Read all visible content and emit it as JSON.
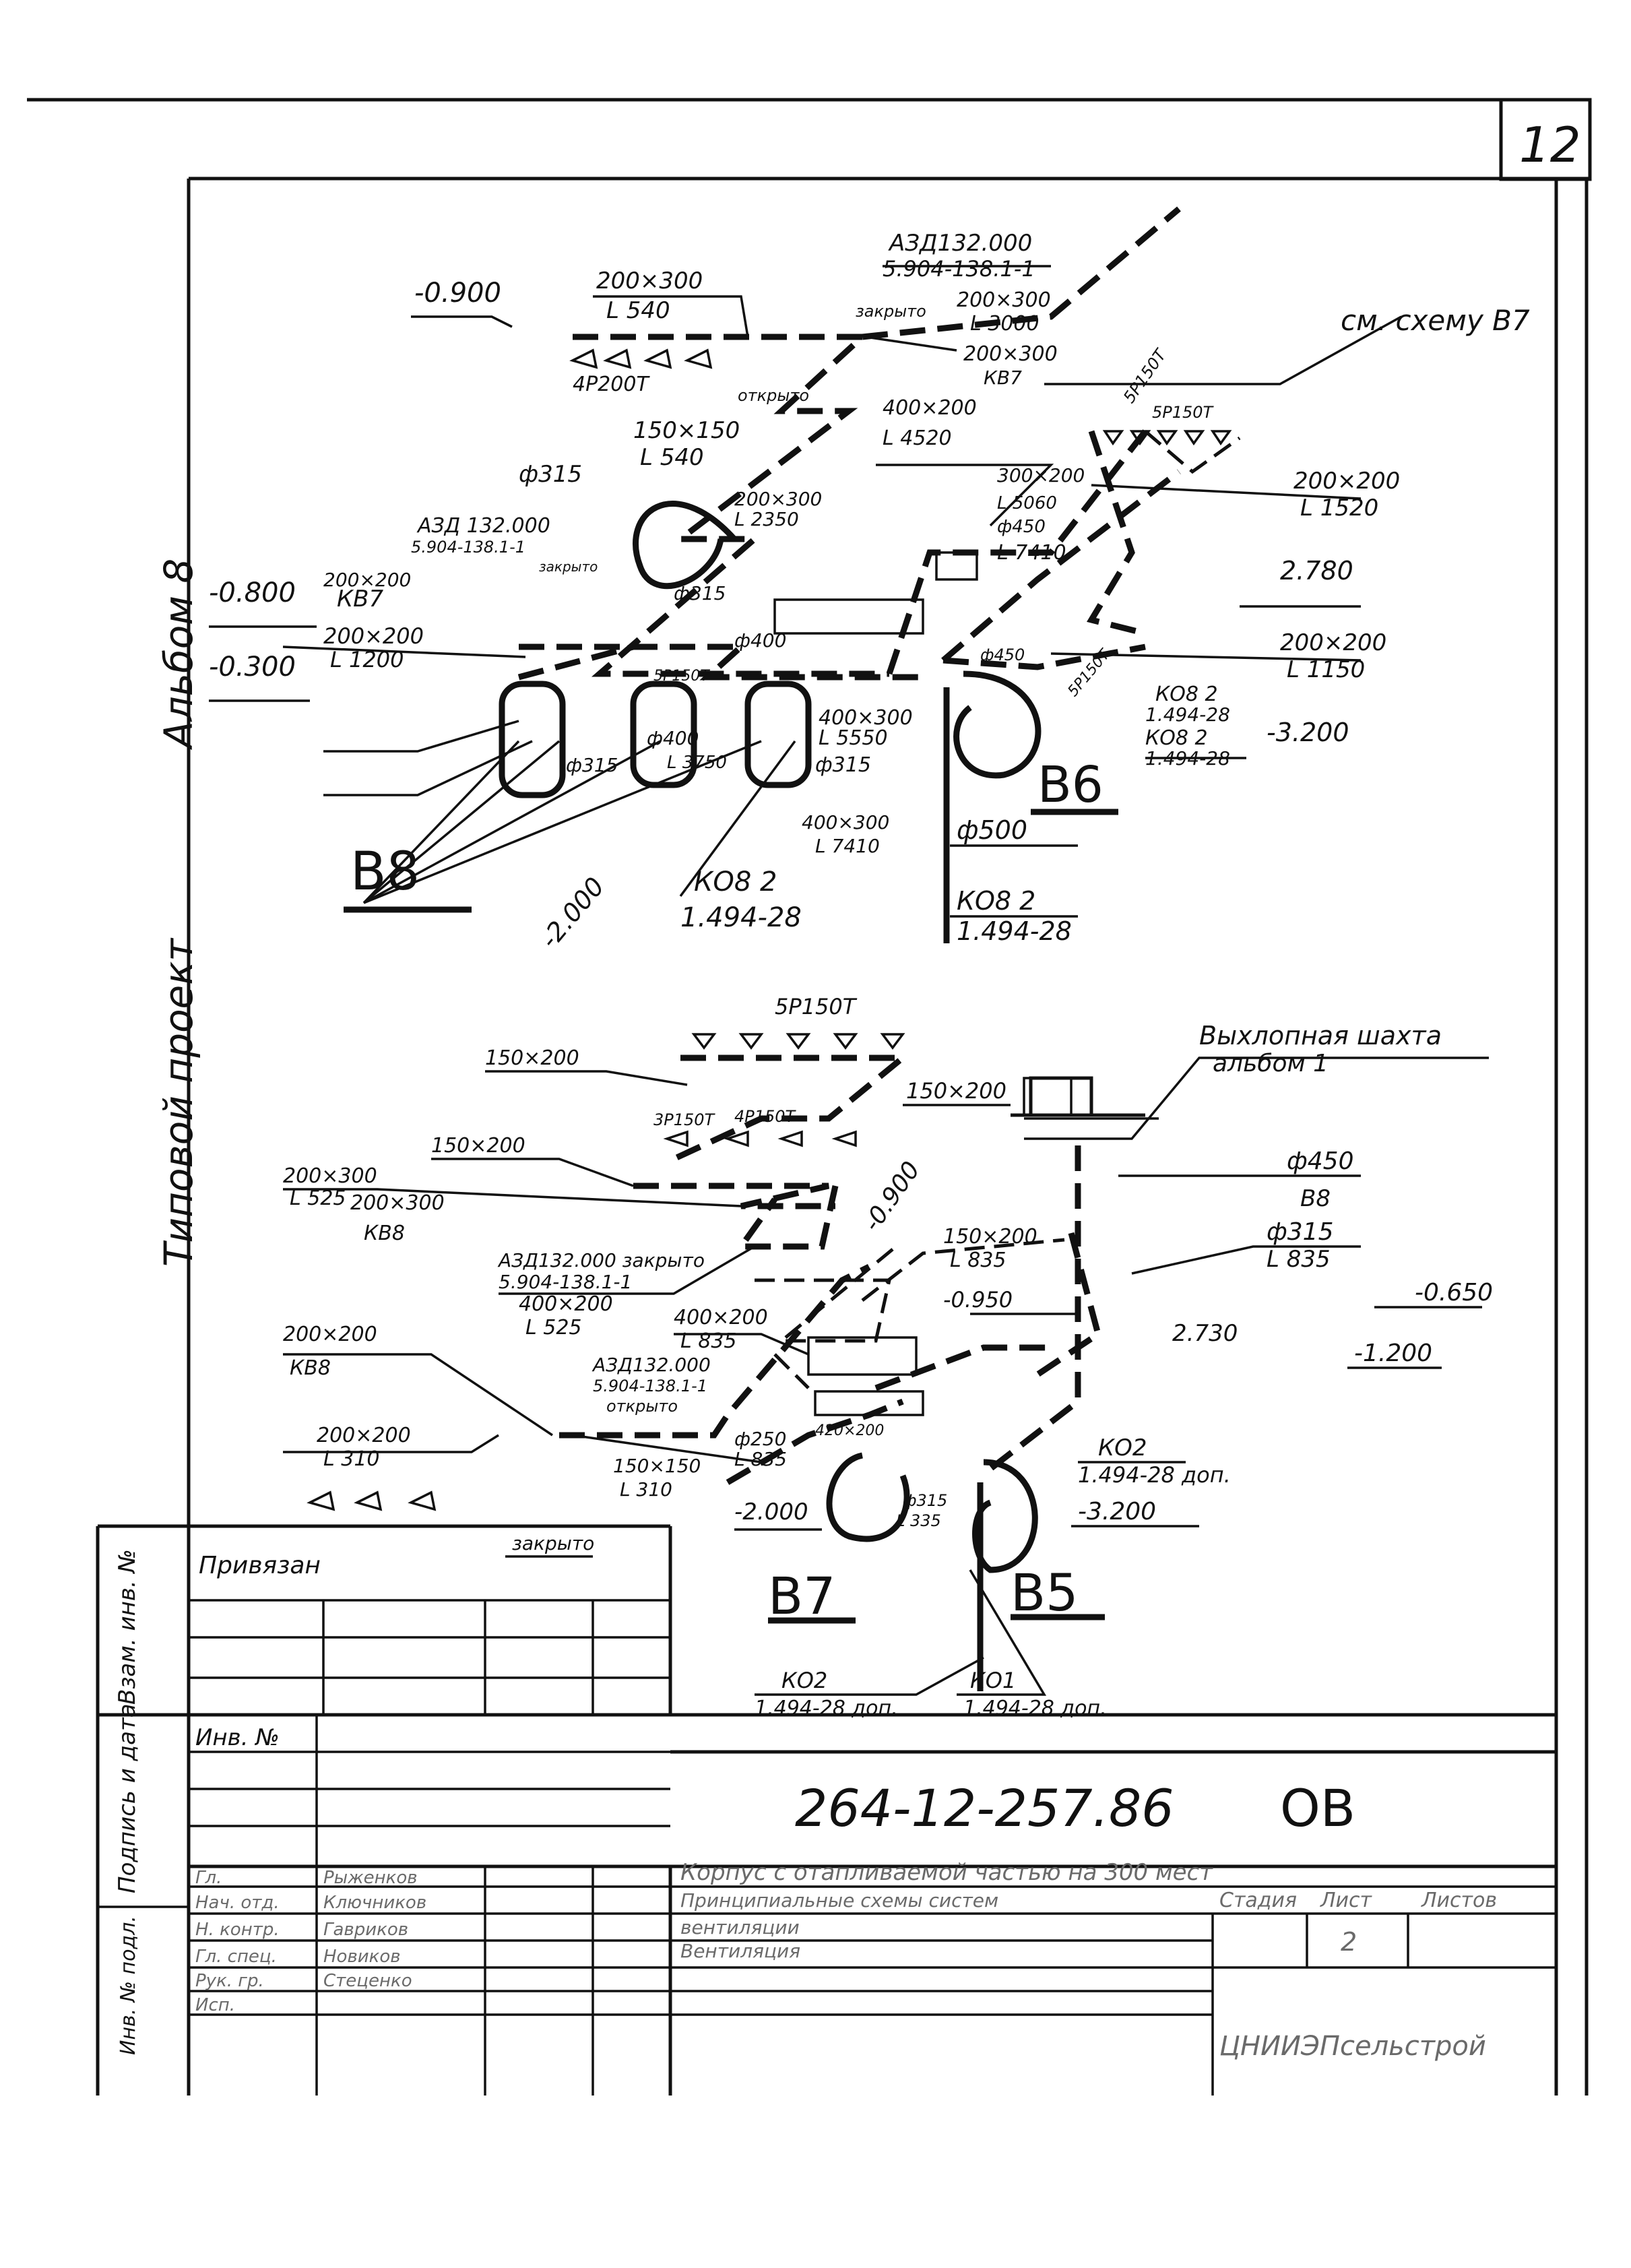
{
  "sheet": {
    "page_number": "12",
    "side_title_top": "Альбом 8",
    "side_title_bottom": "Типовой проект"
  },
  "upper_scheme": {
    "labels": [
      "-0.900",
      "200×300",
      "L 540",
      "АЗД132.000",
      "5.904-138.1-1",
      "закрыто",
      "200×300",
      "L 3000",
      "200×300",
      "КВ7",
      "открыто",
      "4Р200Т",
      "150×150",
      "L 540",
      "400×200",
      "L 4520",
      "см. схему В7",
      "5Р150Т",
      "5Р150Т",
      "ф315",
      "АЗД 132.000",
      "5.904-138.1-1",
      "закрыто",
      "200×300",
      "L 2350",
      "300×200",
      "L 5060",
      "ф450",
      "L 7410",
      "200×200",
      "L 1520",
      "2.780",
      "-0.800",
      "200×200",
      "КВ7",
      "ф315",
      "ф400",
      "200×200",
      "L 1200",
      "200×200",
      "L 1150",
      "-0.300",
      "5Р150Т",
      "5Р150Т",
      "ф450",
      "ф400",
      "ф315",
      "L 3750",
      "400×300",
      "L 5550",
      "ф315",
      "КО8 2",
      "1.494-28",
      "КО8 2",
      "1.494-28",
      "-3.200",
      "400×300",
      "L 7410",
      "ф500",
      "КО8 2",
      "1.494-28",
      "КО8 2",
      "1.494-28",
      "-2.000"
    ],
    "unit_labels": [
      "В8",
      "В6"
    ]
  },
  "lower_scheme": {
    "labels": [
      "5Р150Т",
      "150×200",
      "150×200",
      "3Р150Т",
      "4Р150Т",
      "150×200",
      "200×300",
      "L 525",
      "200×300",
      "КВ8",
      "Выхлопная шахта",
      "альбом 1",
      "ф450",
      "В8",
      "АЗД132.000 закрыто",
      "5.904-138.1-1",
      "400×200",
      "L 525",
      "-0.900",
      "150×200",
      "L 835",
      "ф315",
      "L 835",
      "-0.650",
      "-0.950",
      "400×200",
      "L 835",
      "2.730",
      "-1.200",
      "200×200",
      "КВ8",
      "АЗД132.000",
      "5.904-138.1-1",
      "открыто",
      "200×200",
      "L 310",
      "150×150",
      "L 310",
      "420×200",
      "ф250",
      "L 835",
      "ф315",
      "L 335",
      "-2.000",
      "закрыто",
      "КО2",
      "1.494-28 доп.",
      "-3.200",
      "КО2",
      "1.494-28 доп.",
      "КО1",
      "1.494-28 доп."
    ],
    "unit_labels": [
      "В7",
      "В5"
    ]
  },
  "title_block": {
    "side_cols": [
      "Взам. инв. №",
      "Подпись и дата",
      "Инв. № подл."
    ],
    "bound_label": "Привязан",
    "inv_label": "Инв. №",
    "doc_code": "264-12-257.86",
    "doc_mark": "ОВ",
    "title_line": "Корпус с отапливаемой частью на 300 мест",
    "subtitle_lines": [
      "Принципиальные схемы систем",
      "вентиляции",
      "Вентиляция"
    ],
    "stage_label": "Стадия",
    "sheet_label": "Лист",
    "sheets_label": "Листов",
    "sheet_value": "2",
    "org_name": "ЦНИИЭПсельстрой",
    "staff_roles": [
      "Гл.",
      "Нач. отд.",
      "Н. контр.",
      "Гл. спец.",
      "Рук. гр.",
      "Исп."
    ],
    "staff_names": [
      "Рыженков",
      "Ключников",
      "Гавриков",
      "Новиков",
      "Стеценко",
      ""
    ]
  }
}
